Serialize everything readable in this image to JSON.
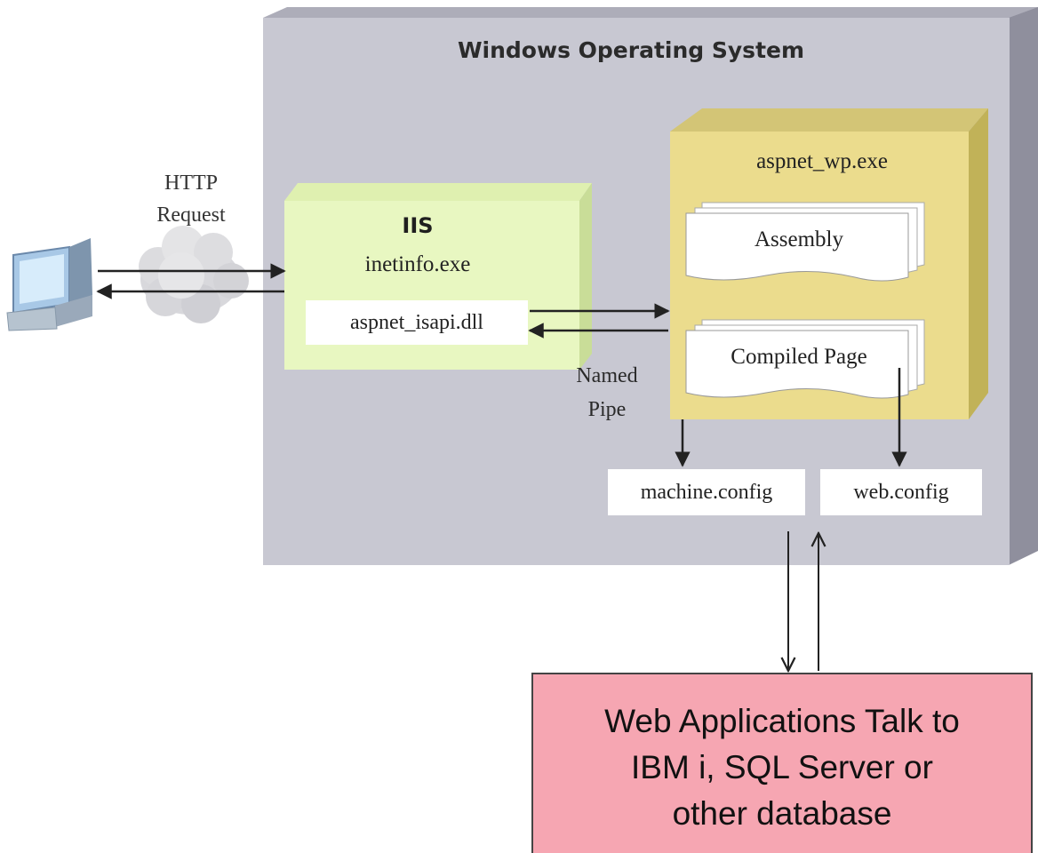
{
  "os": {
    "title": "Windows Operating System"
  },
  "client": {
    "icon": "computer-icon",
    "cloud_icon": "cloud-icon"
  },
  "http_request": {
    "line1": "HTTP",
    "line2": "Request"
  },
  "iis": {
    "title": "IIS",
    "subtitle": "inetinfo.exe",
    "dll": "aspnet_isapi.dll"
  },
  "named_pipe": {
    "line1": "Named",
    "line2": "Pipe"
  },
  "worker": {
    "title": "aspnet_wp.exe",
    "assembly": "Assembly",
    "compiled_page": "Compiled Page"
  },
  "config": {
    "machine": "machine.config",
    "web": "web.config"
  },
  "database": {
    "text": "Web Applications Talk to\nIBM i, SQL Server or\nother database"
  },
  "colors": {
    "os_front": "#c8c8d2",
    "os_side": "#8f8f9d",
    "os_top": "#adadb9",
    "iis_front": "#e8f7c1",
    "iis_side": "#c9dd98",
    "worker_front": "#ebdc8d",
    "worker_side": "#c1b258",
    "database_fill": "#f6a6b2"
  }
}
